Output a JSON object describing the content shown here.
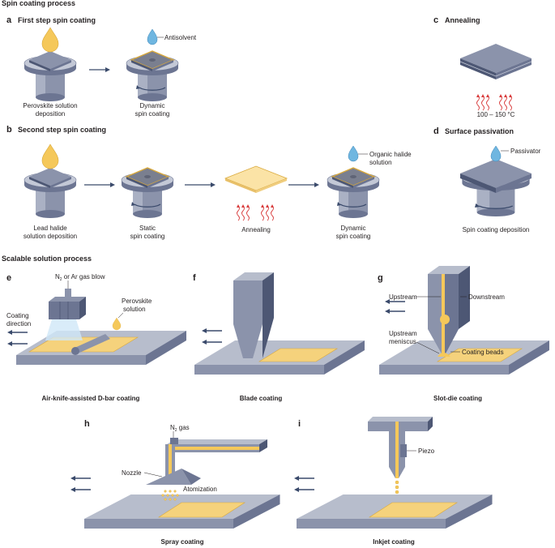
{
  "headings": {
    "spin": "Spin coating process",
    "scalable": "Scalable solution process"
  },
  "panels": {
    "a": {
      "letter": "a",
      "title": "First step spin coating",
      "label1a": "Perovskite solution",
      "label1b": "deposition",
      "label2a": "Dynamic",
      "label2b": "spin coating",
      "antisolvent": "Antisolvent"
    },
    "b": {
      "letter": "b",
      "title": "Second step spin coating",
      "label1a": "Lead halide",
      "label1b": "solution deposition",
      "label2a": "Static",
      "label2b": "spin coating",
      "label3": "Annealing",
      "label4a": "Dynamic",
      "label4b": "spin coating",
      "halide_a": "Organic halide",
      "halide_b": "solution"
    },
    "c": {
      "letter": "c",
      "title": "Annealing",
      "temperature": "100 – 150 °C"
    },
    "d": {
      "letter": "d",
      "title": "Surface passivation",
      "passivator": "Passivator",
      "caption": "Spin coating deposition"
    },
    "e": {
      "letter": "e",
      "gas_a": "N",
      "gas_sub": "2",
      "gas_b": " or Ar gas blow",
      "direction_a": "Coating",
      "direction_b": "direction",
      "perov_a": "Perovskite",
      "perov_b": "solution",
      "caption": "Air-knife-assisted D-bar coating"
    },
    "f": {
      "letter": "f",
      "caption": "Blade coating"
    },
    "g": {
      "letter": "g",
      "upstream": "Upstream",
      "downstream": "Downstream",
      "meniscus_a": "Upstream",
      "meniscus_b": "meniscus",
      "beads": "Coating beads",
      "caption": "Slot-die coating"
    },
    "h": {
      "letter": "h",
      "gas_a": "N",
      "gas_sub": "2",
      "gas_b": " gas",
      "nozzle": "Nozzle",
      "atomization": "Atomization",
      "caption": "Spray coating"
    },
    "i": {
      "letter": "i",
      "piezo": "Piezo",
      "caption": "Inkjet coating"
    }
  },
  "colors": {
    "steel": "#8b93ab",
    "steel_light": "#b7bdcc",
    "steel_dark": "#56607e",
    "yellow": "#f5d27c",
    "yellow_dark": "#d9a93c",
    "drop_blue": "#6fb6e0",
    "heat": "#d83a3a",
    "arrow": "#3a4a6b"
  }
}
